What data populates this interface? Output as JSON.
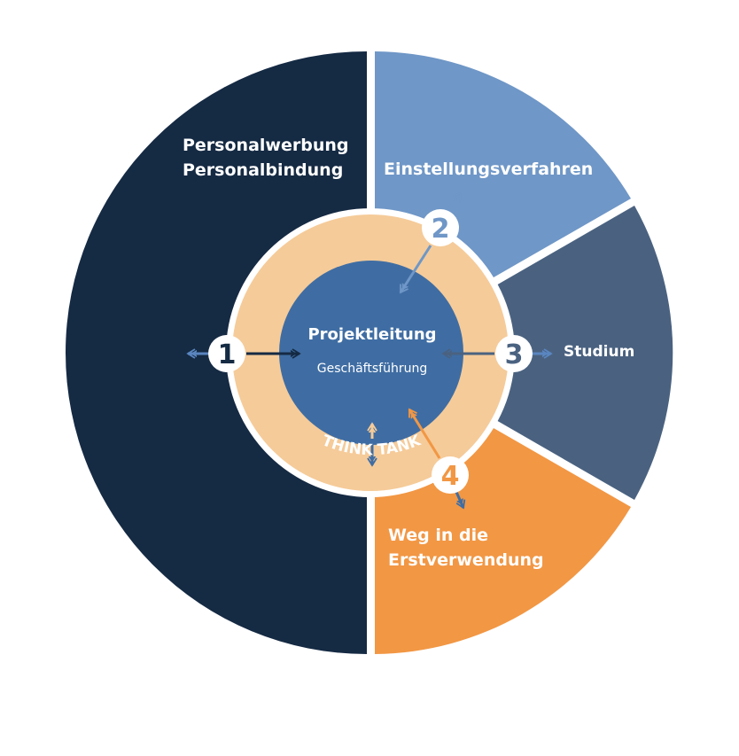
{
  "segments": {
    "left": {
      "line1": "Personalwerbung",
      "line2": "Personalbindung",
      "color": "#152a43"
    },
    "top_right": {
      "label": "Einstellungsverfahren",
      "color": "#6f97c7"
    },
    "middle_right": {
      "label": "Studium",
      "color": "#4a6280"
    },
    "bottom_right": {
      "line1": "Weg in die",
      "line2": "Erstverwendung",
      "color": "#f29744"
    }
  },
  "center": {
    "title": "Projektleitung",
    "subtitle": "Geschäftsführung",
    "color": "#3f6da3"
  },
  "ring": {
    "label": "THINK TANK",
    "color": "#f5cb99"
  },
  "badges": [
    "1",
    "2",
    "3",
    "4"
  ]
}
